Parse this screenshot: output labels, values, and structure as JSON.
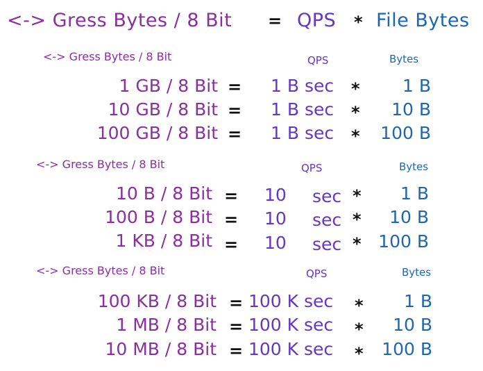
{
  "title": {
    "lhs": "<-> Gress Bytes / 8 Bit",
    "eq": "=",
    "qps": "QPS",
    "mul": "*",
    "bytes": "File Bytes"
  },
  "colors": {
    "purple": "#8a2fa0",
    "violet": "#6338c4",
    "blue": "#1f66b0",
    "black": "#111111"
  },
  "sections": [
    {
      "subtitle": "<-> Gress Bytes / 8 Bit",
      "qps_header": "QPS",
      "bytes_header": "Bytes",
      "rows": [
        {
          "lhs": "1 GB / 8 Bit",
          "eq": "=",
          "qps": "1 B sec",
          "mul": "*",
          "bytes": "1 B"
        },
        {
          "lhs": "10 GB / 8 Bit",
          "eq": "=",
          "qps": "1 B sec",
          "mul": "*",
          "bytes": "10 B"
        },
        {
          "lhs": "100 GB / 8 Bit",
          "eq": "=",
          "qps": "1 B sec",
          "mul": "*",
          "bytes": "100 B"
        }
      ]
    },
    {
      "subtitle": "<-> Gress Bytes / 8 Bit",
      "qps_header": "QPS",
      "bytes_header": "Bytes",
      "rows": [
        {
          "lhs": "10 B / 8 Bit",
          "eq": "=",
          "qps_num": "10",
          "qps_unit": "sec",
          "mul": "*",
          "bytes": "1 B"
        },
        {
          "lhs": "100 B / 8 Bit",
          "eq": "=",
          "qps_num": "10",
          "qps_unit": "sec",
          "mul": "*",
          "bytes": "10 B"
        },
        {
          "lhs": "1 KB / 8 Bit",
          "eq": "=",
          "qps_num": "10",
          "qps_unit": "sec",
          "mul": "*",
          "bytes": "100 B"
        }
      ]
    },
    {
      "subtitle": "<-> Gress Bytes / 8 Bit",
      "qps_header": "QPS",
      "bytes_header": "Bytes",
      "rows": [
        {
          "lhs": "100 KB / 8 Bit",
          "eq": "=",
          "qps": "100 K sec",
          "mul": "*",
          "bytes": "1 B"
        },
        {
          "lhs": "1 MB / 8 Bit",
          "eq": "=",
          "qps": "100 K sec",
          "mul": "*",
          "bytes": "10 B"
        },
        {
          "lhs": "10 MB / 8 Bit",
          "eq": "=",
          "qps": "100 K sec",
          "mul": "*",
          "bytes": "100 B"
        }
      ]
    }
  ]
}
